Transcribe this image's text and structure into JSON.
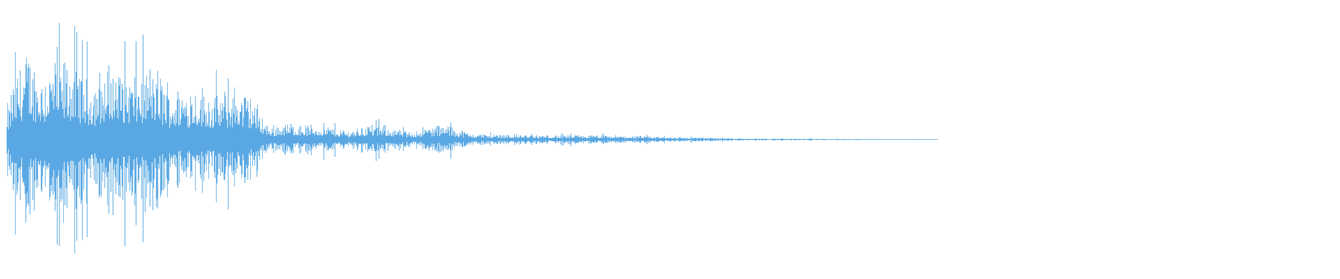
{
  "waveform": {
    "color": "#5aa8e3",
    "background": "#ffffff",
    "envelope": [
      {
        "t": 0.0,
        "amp": 0.0
      },
      {
        "t": 0.004,
        "amp": 0.1
      },
      {
        "t": 0.01,
        "amp": 0.55
      },
      {
        "t": 0.02,
        "amp": 0.8
      },
      {
        "t": 0.03,
        "amp": 0.6
      },
      {
        "t": 0.04,
        "amp": 0.72
      },
      {
        "t": 0.055,
        "amp": 0.7
      },
      {
        "t": 0.07,
        "amp": 0.55
      },
      {
        "t": 0.085,
        "amp": 0.68
      },
      {
        "t": 0.1,
        "amp": 0.6
      },
      {
        "t": 0.115,
        "amp": 0.65
      },
      {
        "t": 0.13,
        "amp": 0.45
      },
      {
        "t": 0.145,
        "amp": 0.5
      },
      {
        "t": 0.16,
        "amp": 0.4
      },
      {
        "t": 0.175,
        "amp": 0.47
      },
      {
        "t": 0.188,
        "amp": 0.4
      },
      {
        "t": 0.2,
        "amp": 0.12
      },
      {
        "t": 0.215,
        "amp": 0.15
      },
      {
        "t": 0.23,
        "amp": 0.13
      },
      {
        "t": 0.245,
        "amp": 0.12
      },
      {
        "t": 0.26,
        "amp": 0.08
      },
      {
        "t": 0.275,
        "amp": 0.14
      },
      {
        "t": 0.29,
        "amp": 0.12
      },
      {
        "t": 0.305,
        "amp": 0.07
      },
      {
        "t": 0.32,
        "amp": 0.12
      },
      {
        "t": 0.335,
        "amp": 0.13
      },
      {
        "t": 0.35,
        "amp": 0.06
      },
      {
        "t": 0.365,
        "amp": 0.05
      },
      {
        "t": 0.38,
        "amp": 0.05
      },
      {
        "t": 0.4,
        "amp": 0.04
      },
      {
        "t": 0.43,
        "amp": 0.04
      },
      {
        "t": 0.46,
        "amp": 0.035
      },
      {
        "t": 0.5,
        "amp": 0.025
      },
      {
        "t": 0.54,
        "amp": 0.015
      },
      {
        "t": 0.58,
        "amp": 0.01
      },
      {
        "t": 0.62,
        "amp": 0.006
      },
      {
        "t": 0.66,
        "amp": 0.004
      },
      {
        "t": 0.69,
        "amp": 0.003
      },
      {
        "t": 0.7,
        "amp": 0.0
      }
    ]
  }
}
